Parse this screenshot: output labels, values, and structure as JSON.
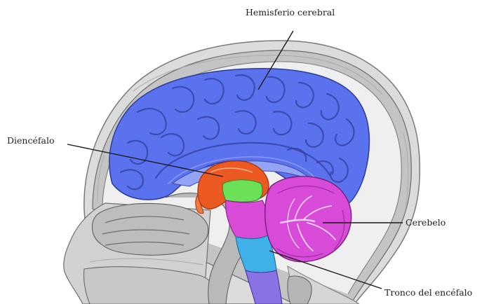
{
  "labels": {
    "cerebral_hemisphere": "Hemisferio cerebral",
    "diencephalon": "Diencéfalo",
    "cerebellum": "Cerebelo",
    "brainstem": "Tronco del encéfalo"
  },
  "colors": {
    "cerebral_hemisphere": "#5b72ee",
    "diencephalon": "#ec5a22",
    "midbrain": "#6de05a",
    "pons": "#d84bd6",
    "medulla": "#3fb0e8",
    "spinal_cord": "#8a72e4",
    "cerebellum": "#d84ad8",
    "skull": "#c9c9c9",
    "soft_tissue": "#e6e6e6"
  }
}
